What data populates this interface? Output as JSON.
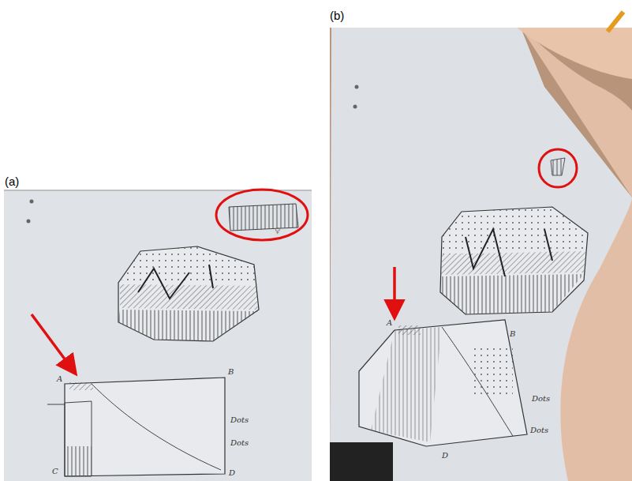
{
  "diagram": {
    "labels": [
      "(a)",
      "(b)",
      "A",
      "B",
      "C",
      "D",
      "Dots",
      "Dots",
      "A",
      "B",
      "D",
      "Dots",
      "Dots"
    ]
  }
}
